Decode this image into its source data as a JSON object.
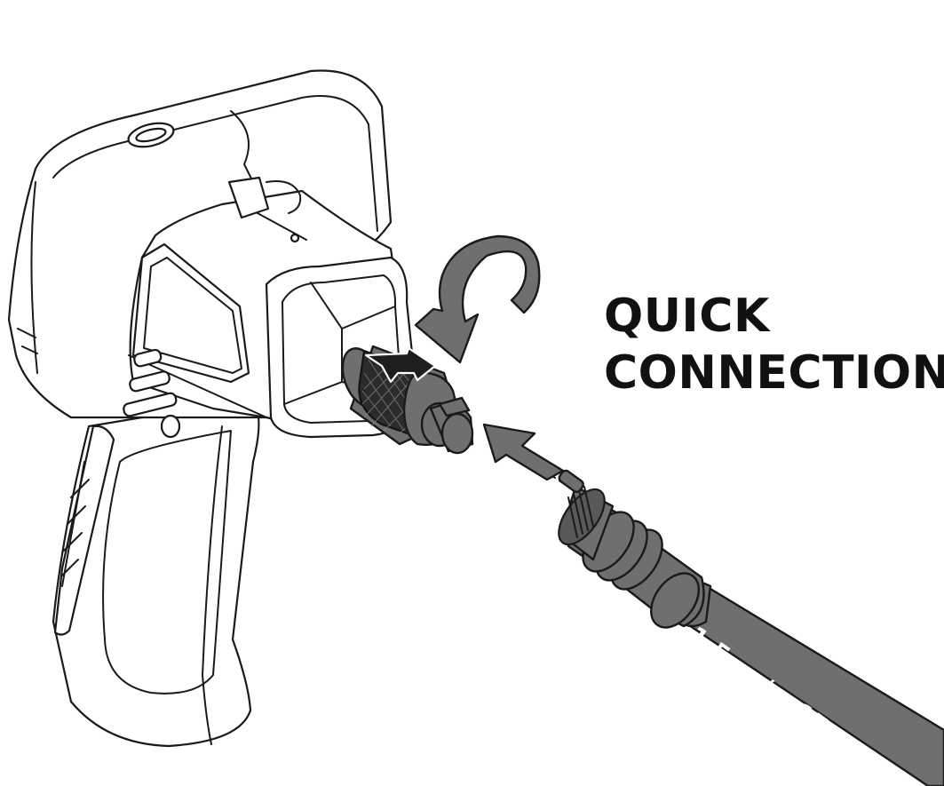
{
  "diagram": {
    "title_lines": [
      "QUICK",
      "CONNECTION"
    ],
    "cable_label": "1.5 m / ø 17 mm",
    "parts": {
      "device": "handheld-inspection-camera",
      "connector": "knurled-quick-connector",
      "probe": "camera-probe-cable"
    },
    "arrows": [
      {
        "name": "rotate-arrow",
        "meaning": "twist connector clockwise to lock"
      },
      {
        "name": "insert-arrow",
        "meaning": "push probe plug into connector"
      },
      {
        "name": "turn-direction-arrow",
        "meaning": "rotation direction on knurled ring"
      }
    ],
    "colors": {
      "background": "#ffffff",
      "outline": "#1a1a1a",
      "arrow_fill": "#6f6f6f",
      "cable_fill": "#6f6f6f",
      "knurl_fill": "#2b2b2b",
      "text": "#111111",
      "cable_text": "#ffffff"
    }
  }
}
